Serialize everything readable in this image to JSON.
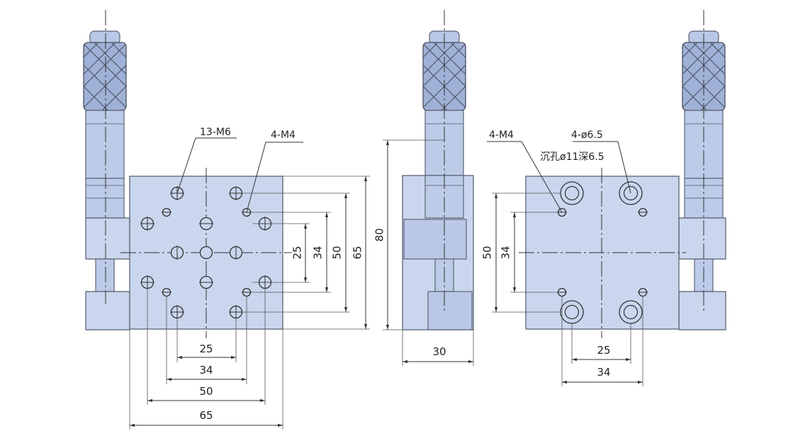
{
  "labels": {
    "tapped_holes_front": "13-M6",
    "m4_holes_front": "4-M4",
    "m4_holes_back": "4-M4",
    "through_holes_back": "4-ø6.5",
    "counterbore_back": "沉孔ø11深6.5"
  },
  "dimensions": {
    "front_h_25": "25",
    "front_h_34": "34",
    "front_h_50": "50",
    "front_h_65": "65",
    "front_v_25": "25",
    "front_v_34": "34",
    "front_v_50": "50",
    "front_v_65": "65",
    "side_height_80": "80",
    "side_width_30": "30",
    "back_v_50": "50",
    "back_v_34": "34",
    "back_h_25": "25",
    "back_h_34": "34"
  },
  "colors": {
    "body": "#c9d6ee",
    "knurl": "#9fb1d7",
    "outline": "#5c6274"
  }
}
